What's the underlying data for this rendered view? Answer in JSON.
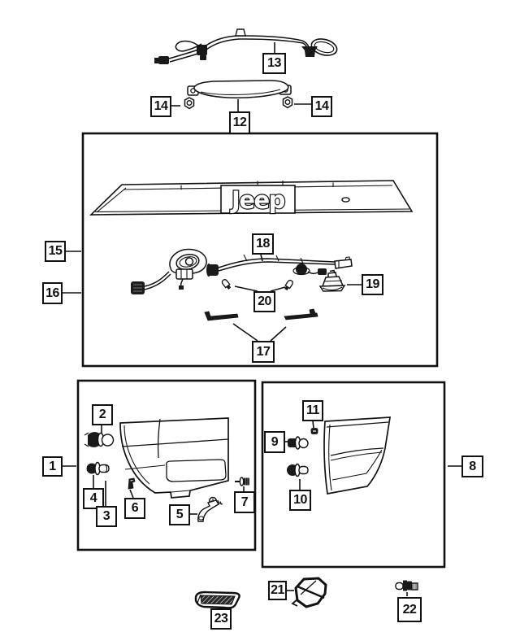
{
  "figure": {
    "kind": "exploded-parts-diagram",
    "badge_text": "Jeep",
    "line_color": "#111111",
    "background_color": "#ffffff"
  },
  "callouts": [
    {
      "label": "13"
    },
    {
      "label": "14"
    },
    {
      "label": "12"
    },
    {
      "label": "14"
    },
    {
      "label": "15"
    },
    {
      "label": "16"
    },
    {
      "label": "18"
    },
    {
      "label": "19"
    },
    {
      "label": "20"
    },
    {
      "label": "17"
    },
    {
      "label": "1"
    },
    {
      "label": "2"
    },
    {
      "label": "4"
    },
    {
      "label": "3"
    },
    {
      "label": "6"
    },
    {
      "label": "5"
    },
    {
      "label": "7"
    },
    {
      "label": "11"
    },
    {
      "label": "9"
    },
    {
      "label": "10"
    },
    {
      "label": "8"
    },
    {
      "label": "21"
    },
    {
      "label": "23"
    },
    {
      "label": "22"
    }
  ]
}
